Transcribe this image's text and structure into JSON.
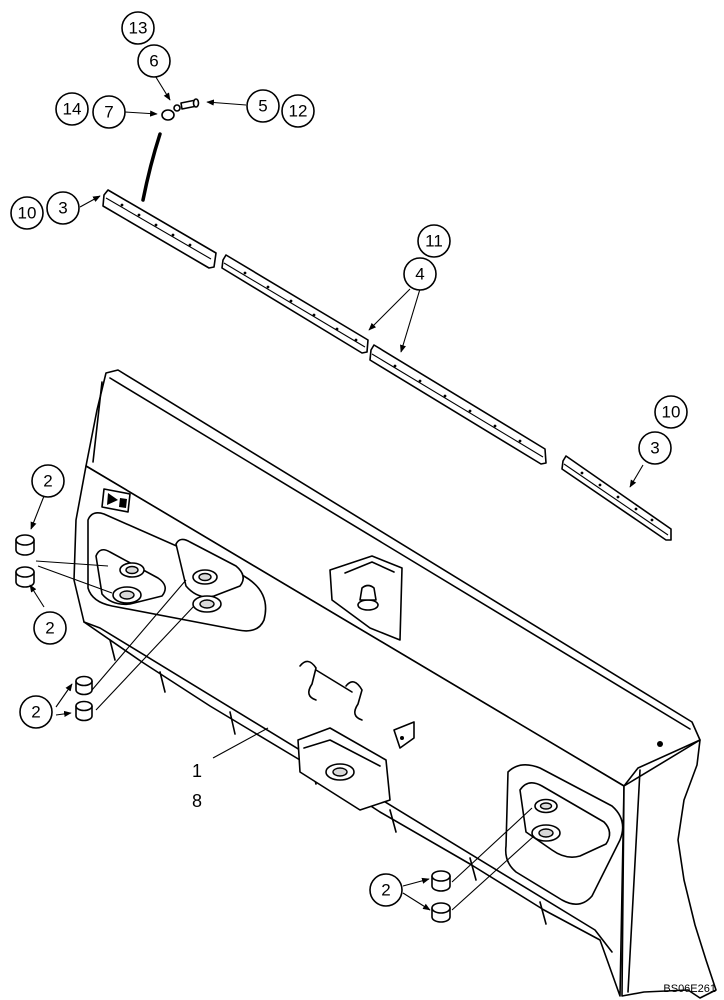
{
  "diagram": {
    "drawing_code": "BS06E261",
    "callouts": [
      {
        "id": "c13",
        "text": "13"
      },
      {
        "id": "c6",
        "text": "6"
      },
      {
        "id": "c14",
        "text": "14"
      },
      {
        "id": "c7",
        "text": "7"
      },
      {
        "id": "c5",
        "text": "5"
      },
      {
        "id": "c12",
        "text": "12"
      },
      {
        "id": "c10a",
        "text": "10"
      },
      {
        "id": "c3a",
        "text": "3"
      },
      {
        "id": "c11",
        "text": "11"
      },
      {
        "id": "c4",
        "text": "4"
      },
      {
        "id": "c10b",
        "text": "10"
      },
      {
        "id": "c3b",
        "text": "3"
      },
      {
        "id": "c2a",
        "text": "2"
      },
      {
        "id": "c2b",
        "text": "2"
      },
      {
        "id": "c2c",
        "text": "2"
      },
      {
        "id": "c2d",
        "text": "2"
      }
    ],
    "main_label_top": "1",
    "main_label_bottom": "8"
  }
}
